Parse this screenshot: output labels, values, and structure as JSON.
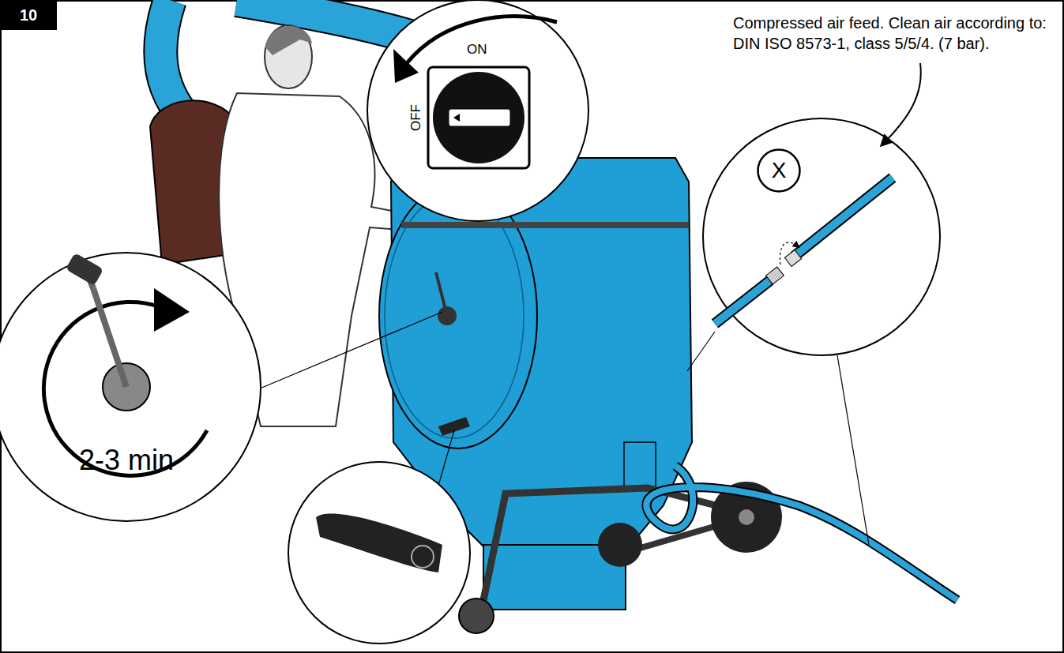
{
  "diagram": {
    "nodes": [
      {
        "text": [
          "10"
        ]
      },
      {
        "text": [
          "X"
        ]
      }
    ],
    "labels": [
      "ON",
      "OFF",
      "Compressed air feed. Clean air according to: DIN ISO 8573-1, class 5/5/4. (7 bar).",
      "2-3 min"
    ]
  }
}
